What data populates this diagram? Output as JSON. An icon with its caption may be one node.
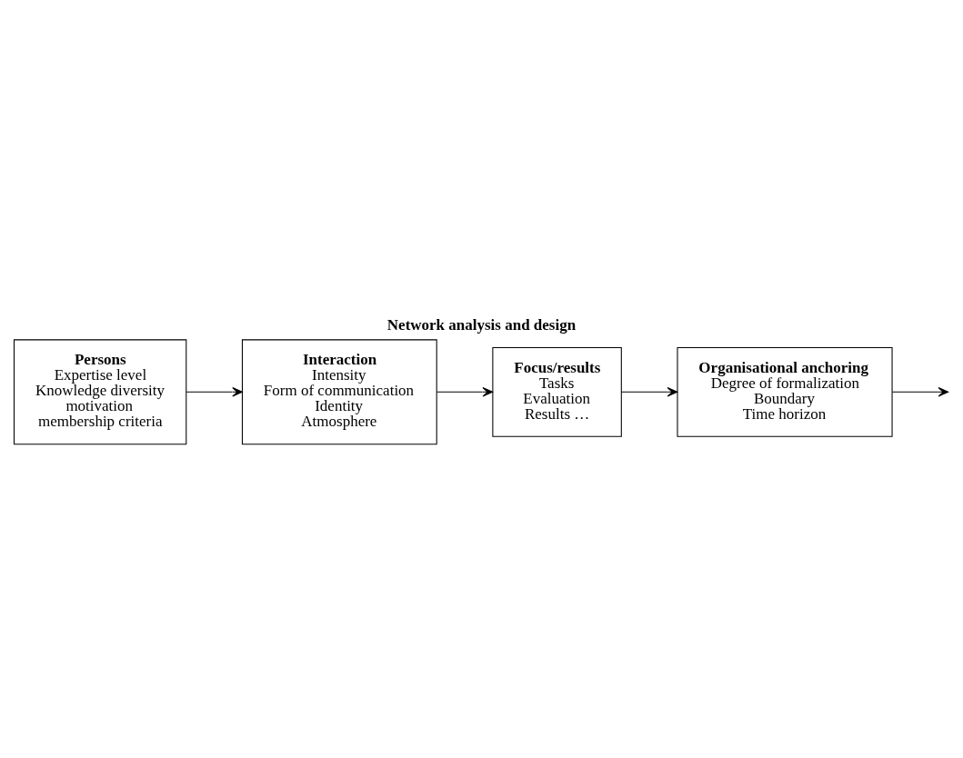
{
  "diagram": {
    "title": "Network analysis and design",
    "nodes": [
      {
        "text": [
          "Interaction",
          "Intensity",
          "Form of communication",
          "Identity",
          "Atmosphere"
        ]
      },
      {
        "text": [
          "Persons",
          "Expertise level",
          "Knowledge diversity",
          "motivation",
          "membership criteria"
        ]
      },
      {
        "text": [
          "Focus/results",
          "Tasks",
          "Evaluation",
          "Results …"
        ]
      },
      {
        "text": [
          "Organisational anchoring",
          "Degree of formalization",
          "Boundary",
          "Time horizon"
        ]
      }
    ],
    "edges": [
      {
        "from": 0,
        "to": 2,
        "arrow": "to"
      },
      {
        "from": 1,
        "to": 0,
        "arrow": "to"
      },
      {
        "from": 2,
        "to": 3,
        "arrow": "to"
      },
      {
        "from": 3,
        "to": null,
        "arrow": "to"
      }
    ]
  }
}
